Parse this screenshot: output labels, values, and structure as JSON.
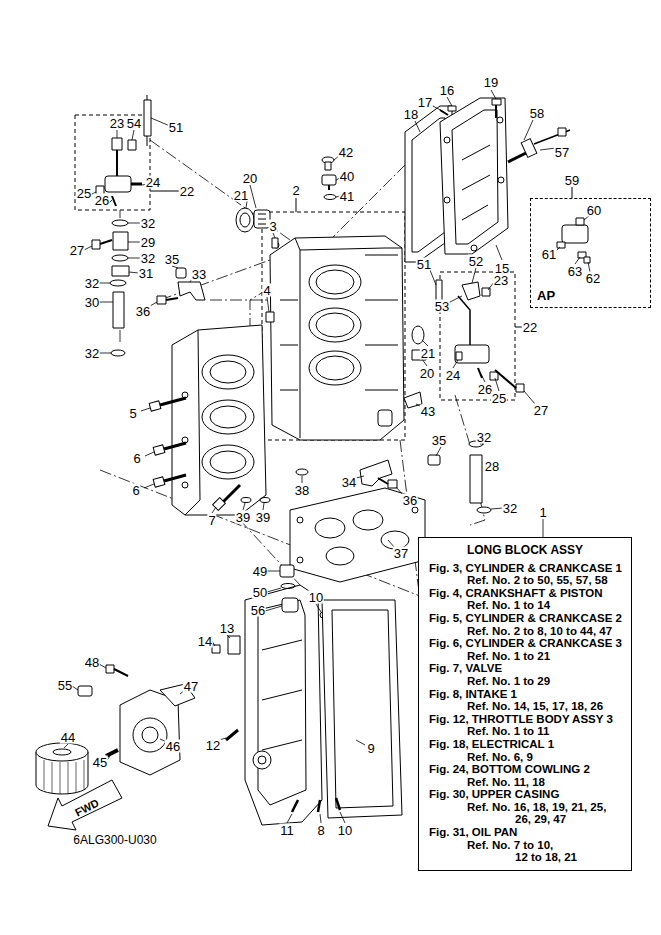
{
  "diagram": {
    "nodes": [
      {
        "text": [
          "LONG BLOCK ASSY",
          "Fig. 3, CYLINDER & CRANKCASE 1",
          "Ref. No. 2 to 50, 55, 57, 58",
          "Fig. 4, CRANKSHAFT & PISTON",
          "Ref. No. 1 to 14",
          "Fig. 5, CYLINDER & CRANKCASE 2",
          "Ref. No. 2 to 8, 10 to 44, 47",
          "Fig. 6, CYLINDER & CRANKCASE 3",
          "Ref. No. 1 to 21",
          "Fig. 7, VALVE",
          "Ref. No. 1 to 29",
          "Fig. 8, INTAKE 1",
          "Ref. No. 14, 15, 17, 18, 26",
          "Fig. 12, THROTTLE BODY ASSY 3",
          "Ref. No. 1 to 11",
          "Fig. 18, ELECTRICAL 1",
          "Ref. No. 6, 9",
          "Fig. 24, BOTTOM COWLING 2",
          "Ref. No. 11, 18",
          "Fig. 30, UPPER CASING",
          "Ref. No. 16, 18, 19, 21, 25,",
          "26, 29, 47",
          "Fig. 31, OIL PAN",
          "Ref. No. 7 to 10,",
          "12 to 18, 21"
        ]
      },
      {
        "text": [
          "AP"
        ]
      }
    ],
    "labels": [
      "19",
      "16",
      "17",
      "23",
      "54",
      "51",
      "58",
      "18",
      "42",
      "57",
      "40",
      "20",
      "24",
      "59",
      "22",
      "21",
      "2",
      "25",
      "41",
      "26",
      "60",
      "32",
      "3",
      "29",
      "27",
      "61",
      "32",
      "35",
      "52",
      "51",
      "15",
      "63",
      "31",
      "33",
      "62",
      "23",
      "32",
      "4",
      "30",
      "53",
      "36",
      "22",
      "32",
      "21",
      "20",
      "24",
      "26",
      "25",
      "27",
      "43",
      "5",
      "32",
      "35",
      "28",
      "6",
      "34",
      "6",
      "38",
      "36",
      "32",
      "1",
      "39",
      "39",
      "7",
      "37",
      "49",
      "50",
      "10",
      "56",
      "13",
      "14",
      "48",
      "55",
      "47",
      "44",
      "46",
      "12",
      "9",
      "45",
      "FWD",
      "10",
      "8",
      "11",
      "6ALG300-U030"
    ]
  }
}
